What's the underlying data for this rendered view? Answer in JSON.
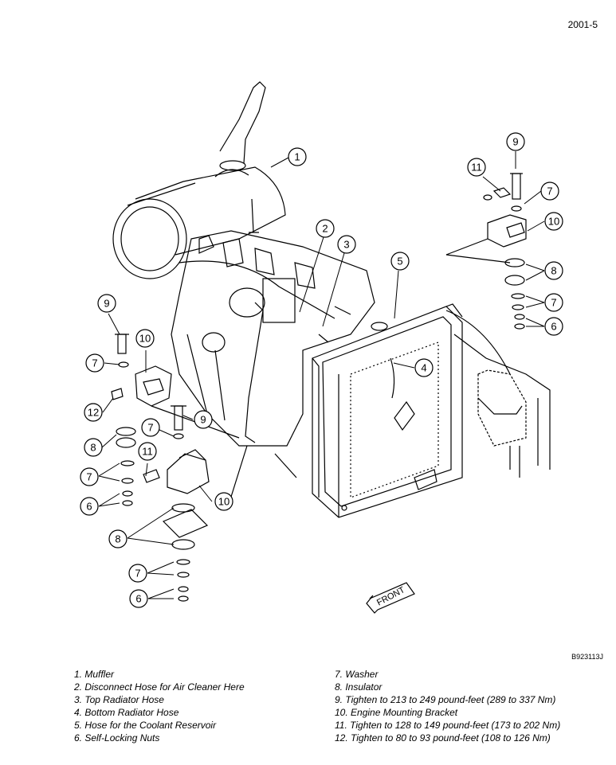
{
  "page_number": "2001-5",
  "figure_id": "B923113J",
  "front_label": "FRONT",
  "callouts": [
    "1",
    "2",
    "3",
    "4",
    "5",
    "6",
    "7",
    "8",
    "9",
    "10",
    "11",
    "12"
  ],
  "legend_left": [
    "1. Muffler",
    "2. Disconnect Hose for Air Cleaner Here",
    "3. Top Radiator Hose",
    "4. Bottom Radiator Hose",
    "5. Hose for the Coolant Reservoir",
    "6. Self-Locking Nuts"
  ],
  "legend_right": [
    "7. Washer",
    "8. Insulator",
    "9. Tighten to 213 to 249 pound-feet (289 to 337 Nm)",
    "10. Engine Mounting Bracket",
    "11. Tighten to 128 to 149 pound-feet (173 to 202 Nm)",
    "12. Tighten to 80 to 93 pound-feet (108 to 126 Nm)"
  ]
}
